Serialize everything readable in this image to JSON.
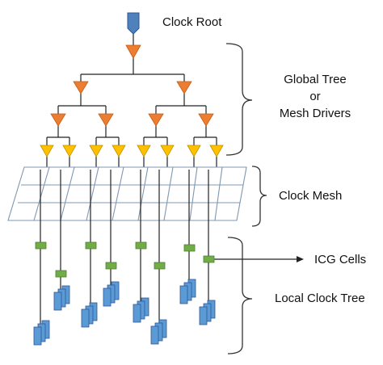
{
  "labels": {
    "clock_root": "Clock Root",
    "global_tree": [
      "Global Tree",
      "or",
      "Mesh Drivers"
    ],
    "clock_mesh": "Clock Mesh",
    "icg_cells": "ICG Cells",
    "local_clock_tree": "Local Clock Tree"
  },
  "colors": {
    "root_source": "#4f81bd",
    "driver_orange": "#ed7d31",
    "driver_yellow": "#ffc000",
    "mesh": "#7f97b3",
    "icg": "#70ad47",
    "flop_fill": "#5b9bd5",
    "flop_stroke": "#2f5597",
    "wire": "#222222",
    "bracket": "#333333"
  },
  "icons": {
    "root": "pentagon-arrow-icon",
    "driver": "inverted-triangle-icon",
    "icg": "green-rectangle-icon",
    "flop": "stacked-register-icon"
  }
}
